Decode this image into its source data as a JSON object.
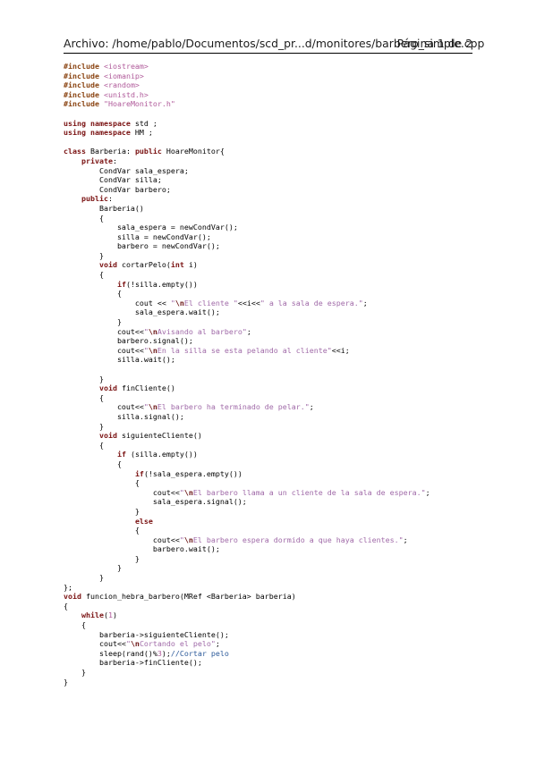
{
  "header": {
    "path": "Archivo: /home/pablo/Documentos/scd_pr...d/monitores/barbero_simple.cpp",
    "page": "Página 1 de 2"
  },
  "code_lines": [
    [
      [
        "pp",
        "#include "
      ],
      [
        "inc",
        "<iostream>"
      ]
    ],
    [
      [
        "pp",
        "#include "
      ],
      [
        "inc",
        "<iomanip>"
      ]
    ],
    [
      [
        "pp",
        "#include "
      ],
      [
        "inc",
        "<random>"
      ]
    ],
    [
      [
        "pp",
        "#include "
      ],
      [
        "inc",
        "<unistd.h>"
      ]
    ],
    [
      [
        "pp",
        "#include "
      ],
      [
        "inc",
        "\"HoareMonitor.h\""
      ]
    ],
    [],
    [
      [
        "kw",
        "using namespace"
      ],
      [
        "txt",
        " std ;"
      ]
    ],
    [
      [
        "kw",
        "using namespace"
      ],
      [
        "txt",
        " HM ;"
      ]
    ],
    [],
    [
      [
        "kw",
        "class"
      ],
      [
        "txt",
        " Barberia: "
      ],
      [
        "kw",
        "public"
      ],
      [
        "txt",
        " HoareMonitor{"
      ]
    ],
    [
      [
        "txt",
        "    "
      ],
      [
        "kw",
        "private"
      ],
      [
        "txt",
        ":"
      ]
    ],
    [
      [
        "txt",
        "        CondVar sala_espera;"
      ]
    ],
    [
      [
        "txt",
        "        CondVar silla;"
      ]
    ],
    [
      [
        "txt",
        "        CondVar barbero;"
      ]
    ],
    [
      [
        "txt",
        "    "
      ],
      [
        "kw",
        "public"
      ],
      [
        "txt",
        ":"
      ]
    ],
    [
      [
        "txt",
        "        Barberia()"
      ]
    ],
    [
      [
        "txt",
        "        {"
      ]
    ],
    [
      [
        "txt",
        "            sala_espera = newCondVar();"
      ]
    ],
    [
      [
        "txt",
        "            silla = newCondVar();"
      ]
    ],
    [
      [
        "txt",
        "            barbero = newCondVar();"
      ]
    ],
    [
      [
        "txt",
        "        }"
      ]
    ],
    [
      [
        "txt",
        "        "
      ],
      [
        "kw",
        "void"
      ],
      [
        "txt",
        " cortarPelo("
      ],
      [
        "kw",
        "int"
      ],
      [
        "txt",
        " i)"
      ]
    ],
    [
      [
        "txt",
        "        {"
      ]
    ],
    [
      [
        "txt",
        "            "
      ],
      [
        "kw",
        "if"
      ],
      [
        "txt",
        "(!silla.empty())"
      ]
    ],
    [
      [
        "txt",
        "            {"
      ]
    ],
    [
      [
        "txt",
        "                cout << "
      ],
      [
        "str",
        "\""
      ],
      [
        "esc",
        "\\n"
      ],
      [
        "str",
        "El cliente \""
      ],
      [
        "txt",
        "<<i<<"
      ],
      [
        "str",
        "\" a la sala de espera.\""
      ],
      [
        "txt",
        ";"
      ]
    ],
    [
      [
        "txt",
        "                sala_espera.wait();"
      ]
    ],
    [
      [
        "txt",
        "            }"
      ]
    ],
    [
      [
        "txt",
        "            cout<<"
      ],
      [
        "str",
        "\""
      ],
      [
        "esc",
        "\\n"
      ],
      [
        "str",
        "Avisando al barbero\""
      ],
      [
        "txt",
        ";"
      ]
    ],
    [
      [
        "txt",
        "            barbero.signal();"
      ]
    ],
    [
      [
        "txt",
        "            cout<<"
      ],
      [
        "str",
        "\""
      ],
      [
        "esc",
        "\\n"
      ],
      [
        "str",
        "En la silla se esta pelando al cliente\""
      ],
      [
        "txt",
        "<<i;"
      ]
    ],
    [
      [
        "txt",
        "            silla.wait();"
      ]
    ],
    [],
    [
      [
        "txt",
        "        }"
      ]
    ],
    [
      [
        "txt",
        "        "
      ],
      [
        "kw",
        "void"
      ],
      [
        "txt",
        " finCliente()"
      ]
    ],
    [
      [
        "txt",
        "        {"
      ]
    ],
    [
      [
        "txt",
        "            cout<<"
      ],
      [
        "str",
        "\""
      ],
      [
        "esc",
        "\\n"
      ],
      [
        "str",
        "El barbero ha terminado de pelar.\""
      ],
      [
        "txt",
        ";"
      ]
    ],
    [
      [
        "txt",
        "            silla.signal();"
      ]
    ],
    [
      [
        "txt",
        "        }"
      ]
    ],
    [
      [
        "txt",
        "        "
      ],
      [
        "kw",
        "void"
      ],
      [
        "txt",
        " siguienteCliente()"
      ]
    ],
    [
      [
        "txt",
        "        {"
      ]
    ],
    [
      [
        "txt",
        "            "
      ],
      [
        "kw",
        "if"
      ],
      [
        "txt",
        " (silla.empty())"
      ]
    ],
    [
      [
        "txt",
        "            {"
      ]
    ],
    [
      [
        "txt",
        "                "
      ],
      [
        "kw",
        "if"
      ],
      [
        "txt",
        "(!sala_espera.empty())"
      ]
    ],
    [
      [
        "txt",
        "                {"
      ]
    ],
    [
      [
        "txt",
        "                    cout<<"
      ],
      [
        "str",
        "\""
      ],
      [
        "esc",
        "\\n"
      ],
      [
        "str",
        "El barbero llama a un cliente de la sala de espera.\""
      ],
      [
        "txt",
        ";"
      ]
    ],
    [
      [
        "txt",
        "                    sala_espera.signal();"
      ]
    ],
    [
      [
        "txt",
        "                }"
      ]
    ],
    [
      [
        "txt",
        "                "
      ],
      [
        "kw",
        "else"
      ]
    ],
    [
      [
        "txt",
        "                {"
      ]
    ],
    [
      [
        "txt",
        "                    cout<<"
      ],
      [
        "str",
        "\""
      ],
      [
        "esc",
        "\\n"
      ],
      [
        "str",
        "El barbero espera dormido a que haya clientes.\""
      ],
      [
        "txt",
        ";"
      ]
    ],
    [
      [
        "txt",
        "                    barbero.wait();"
      ]
    ],
    [
      [
        "txt",
        "                }"
      ]
    ],
    [
      [
        "txt",
        "            }"
      ]
    ],
    [
      [
        "txt",
        "        }"
      ]
    ],
    [
      [
        "txt",
        "};"
      ]
    ],
    [
      [
        "kw",
        "void"
      ],
      [
        "txt",
        " funcion_hebra_barbero(MRef <Barberia> barberia)"
      ]
    ],
    [
      [
        "txt",
        "{"
      ]
    ],
    [
      [
        "txt",
        "    "
      ],
      [
        "kw",
        "while"
      ],
      [
        "txt",
        "("
      ],
      [
        "num",
        "1"
      ],
      [
        "txt",
        ")"
      ]
    ],
    [
      [
        "txt",
        "    {"
      ]
    ],
    [
      [
        "txt",
        "        barberia->siguienteCliente();"
      ]
    ],
    [
      [
        "txt",
        "        cout<<"
      ],
      [
        "str",
        "\""
      ],
      [
        "esc",
        "\\n"
      ],
      [
        "str",
        "Cortando el pelo\""
      ],
      [
        "txt",
        ";"
      ]
    ],
    [
      [
        "txt",
        "        sleep(rand()%"
      ],
      [
        "num",
        "3"
      ],
      [
        "txt",
        ");"
      ],
      [
        "com",
        "//Cortar pelo"
      ]
    ],
    [
      [
        "txt",
        "        barberia->finCliente();"
      ]
    ],
    [
      [
        "txt",
        "    }"
      ]
    ],
    [
      [
        "txt",
        "}"
      ]
    ]
  ]
}
